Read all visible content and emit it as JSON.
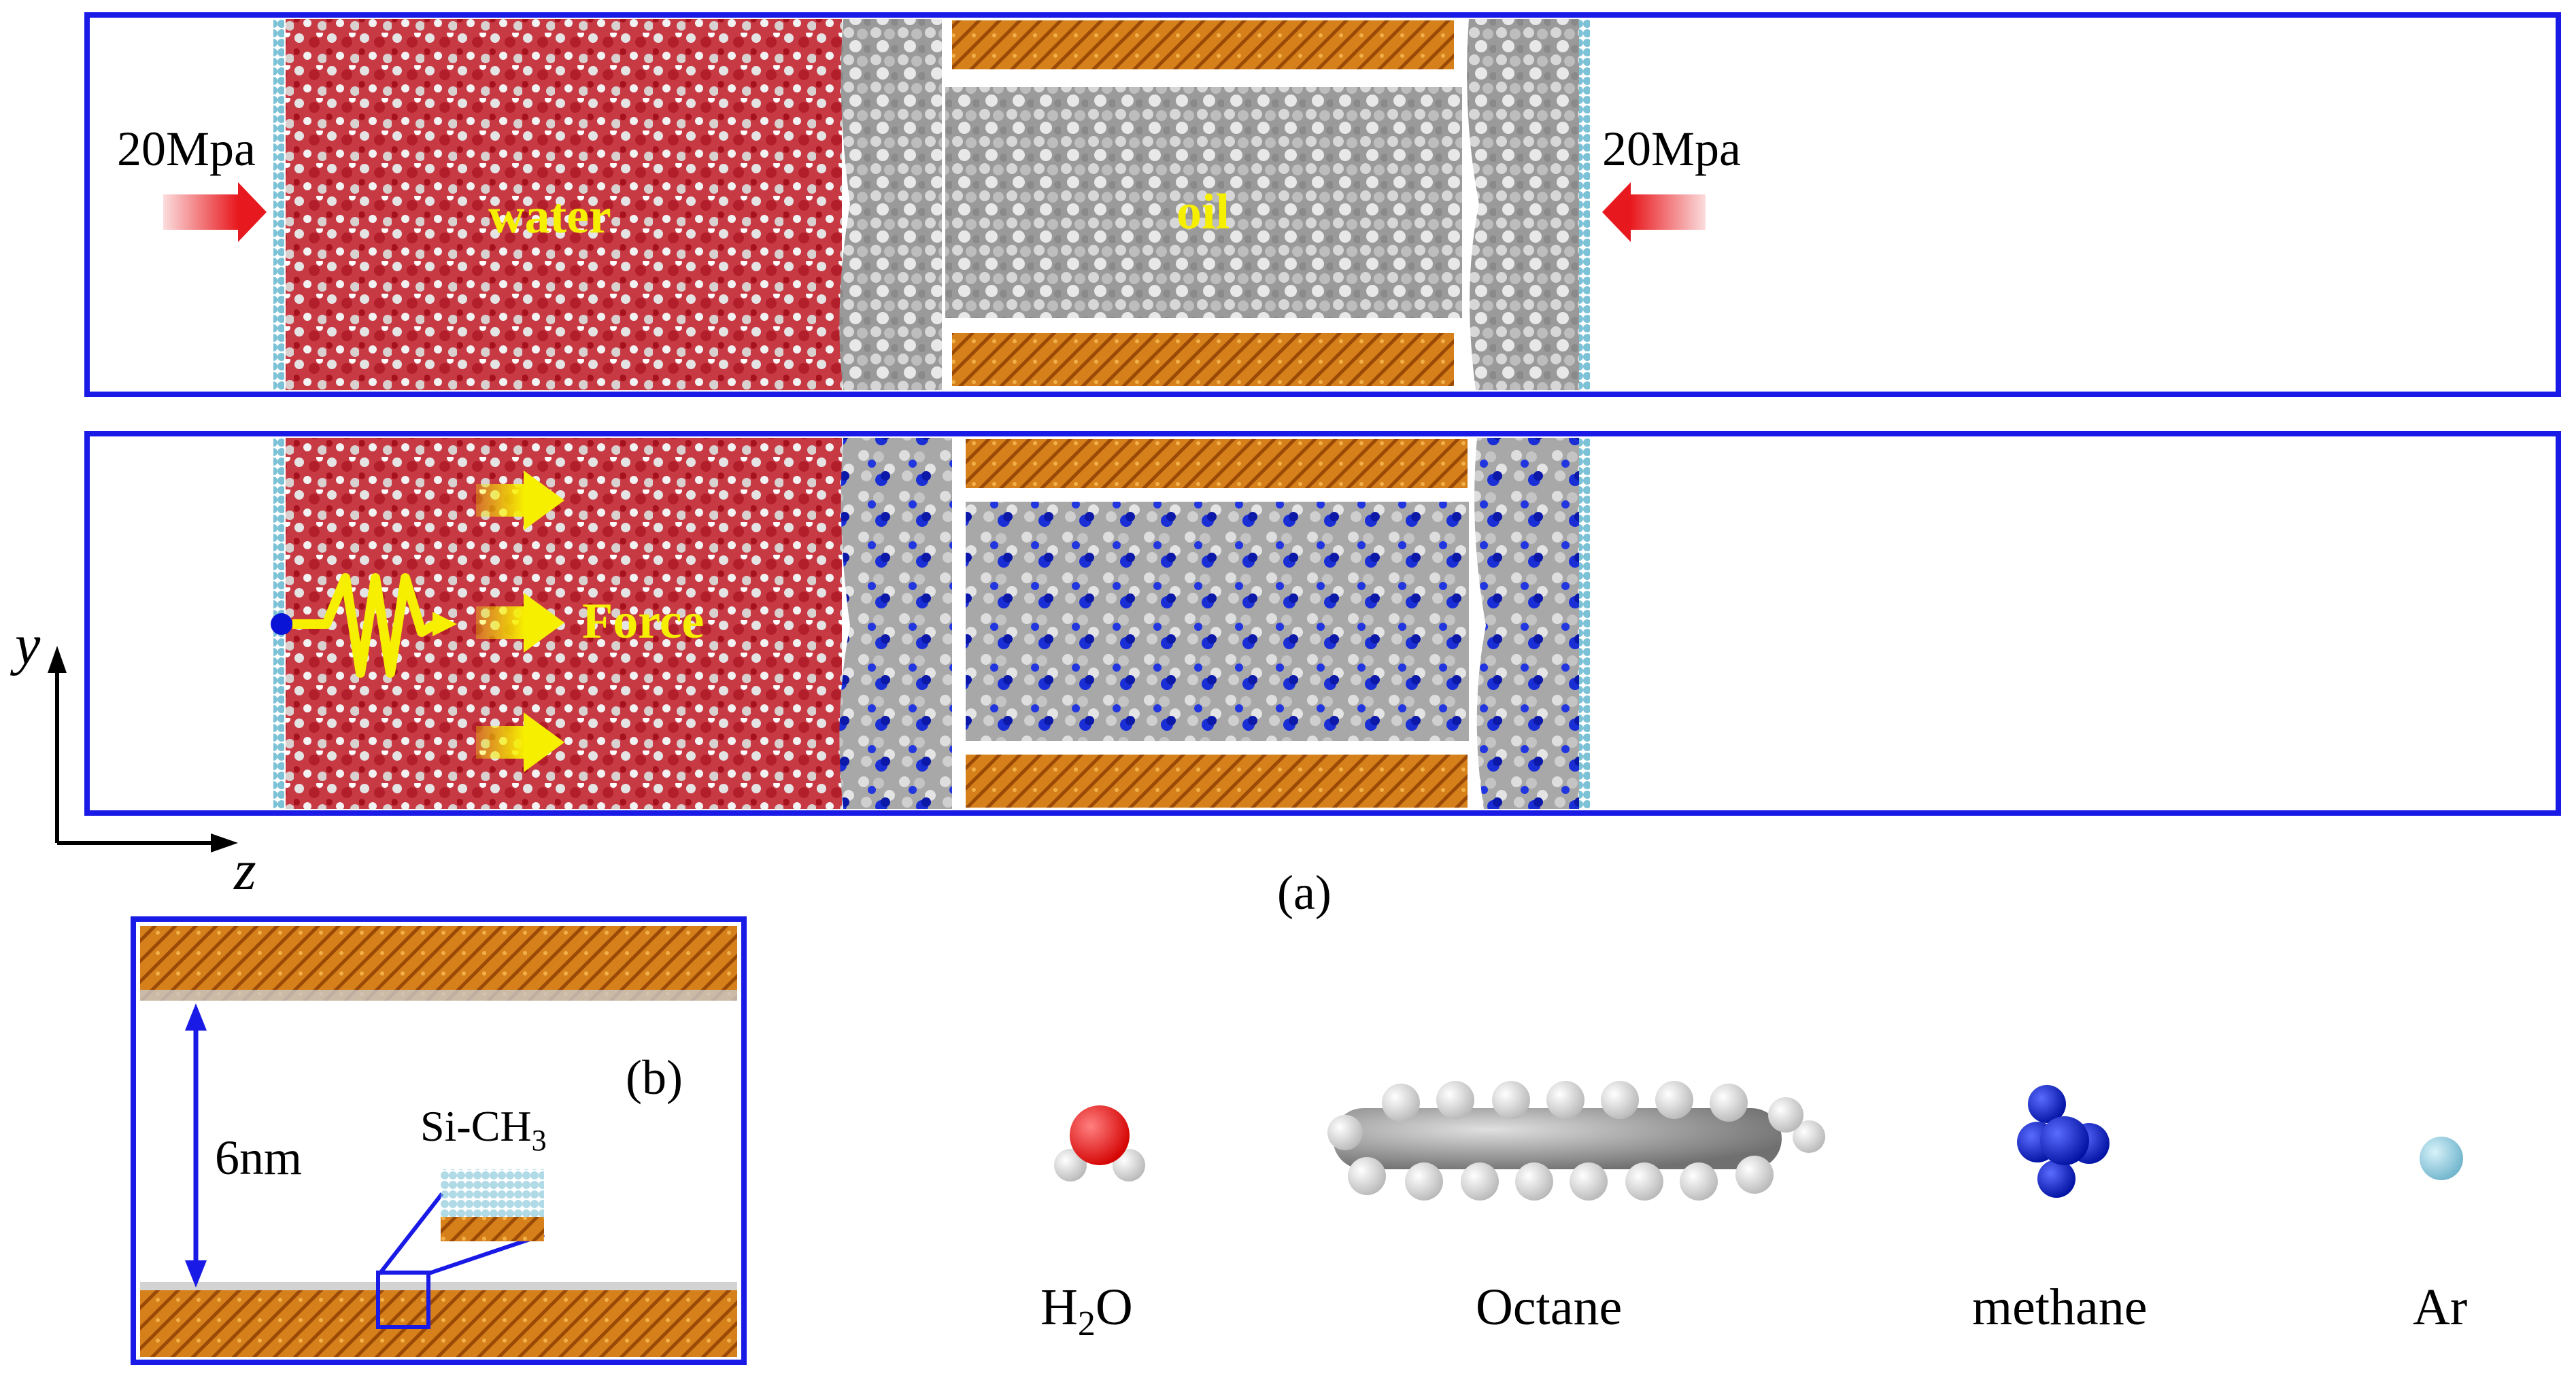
{
  "panel_a": {
    "caption": "(a)",
    "top": {
      "pressure_left": "20Mpa",
      "pressure_right": "20Mpa",
      "label_water": "water",
      "label_oil": "oil"
    },
    "bottom": {
      "label_force": "Force"
    },
    "axes": {
      "y": "y",
      "z": "z"
    }
  },
  "panel_b": {
    "caption": "(b)",
    "gap_label": "6nm",
    "surface_label_main": "Si-CH",
    "surface_label_sub": "3"
  },
  "legend": {
    "water_main": "H",
    "water_sub": "2",
    "water_tail": "O",
    "octane": "Octane",
    "methane": "methane",
    "argon": "Ar"
  },
  "colors": {
    "frame_blue": "#1a1ae6",
    "water_red": "#c8323c",
    "oil_gray": "#a9a9a9",
    "slab_orange": "#d2780f",
    "methane_blue": "#1222c8",
    "argon_cyan": "#8ccfe0",
    "label_yellow": "#f7ef00",
    "arrow_red": "#e8191e"
  }
}
